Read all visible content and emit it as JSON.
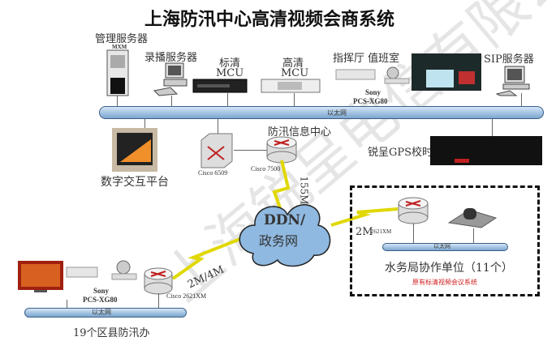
{
  "title": "上海防汛中心高清视频会商系统",
  "top": {
    "mgmt_server": "管理服务器",
    "mxm": "MXM",
    "recording_server": "录播服务器",
    "sd_mcu_1": "标清",
    "sd_mcu_2": "MCU",
    "hd_mcu_1": "高清",
    "hd_mcu_2": "MCU",
    "command_duty": "指挥厅 值班室",
    "sony_1": "Sony",
    "sony_2": "PCS-XG80",
    "sip_server": "SIP服务器",
    "ethernet": "以太网"
  },
  "middle": {
    "digital_platform": "数字交互平台",
    "cisco_6509": "Cisco 6509",
    "center": "防汛信息中心",
    "cisco_7500": "Cisco 7500",
    "gps": "锐呈GPS校时器",
    "link_155": "155M",
    "cloud_1": "DDN/",
    "cloud_2": "政务网"
  },
  "water": {
    "link": "2M",
    "router": "2621XM",
    "ethernet": "以太网",
    "label": "水务局协作单位（11个）",
    "note": "原有标清视频会议系统"
  },
  "district": {
    "sony_1": "Sony",
    "sony_2": "PCS-XG80",
    "router": "Cisco 2621XM",
    "link": "2M/4M",
    "ethernet": "以太网",
    "label": "19个区县防汛办"
  },
  "watermark": "上海锐呈电信有限公司",
  "colors": {
    "bus": "#9dbfe0",
    "lightning": "#f5f000",
    "note": "#d02020"
  }
}
